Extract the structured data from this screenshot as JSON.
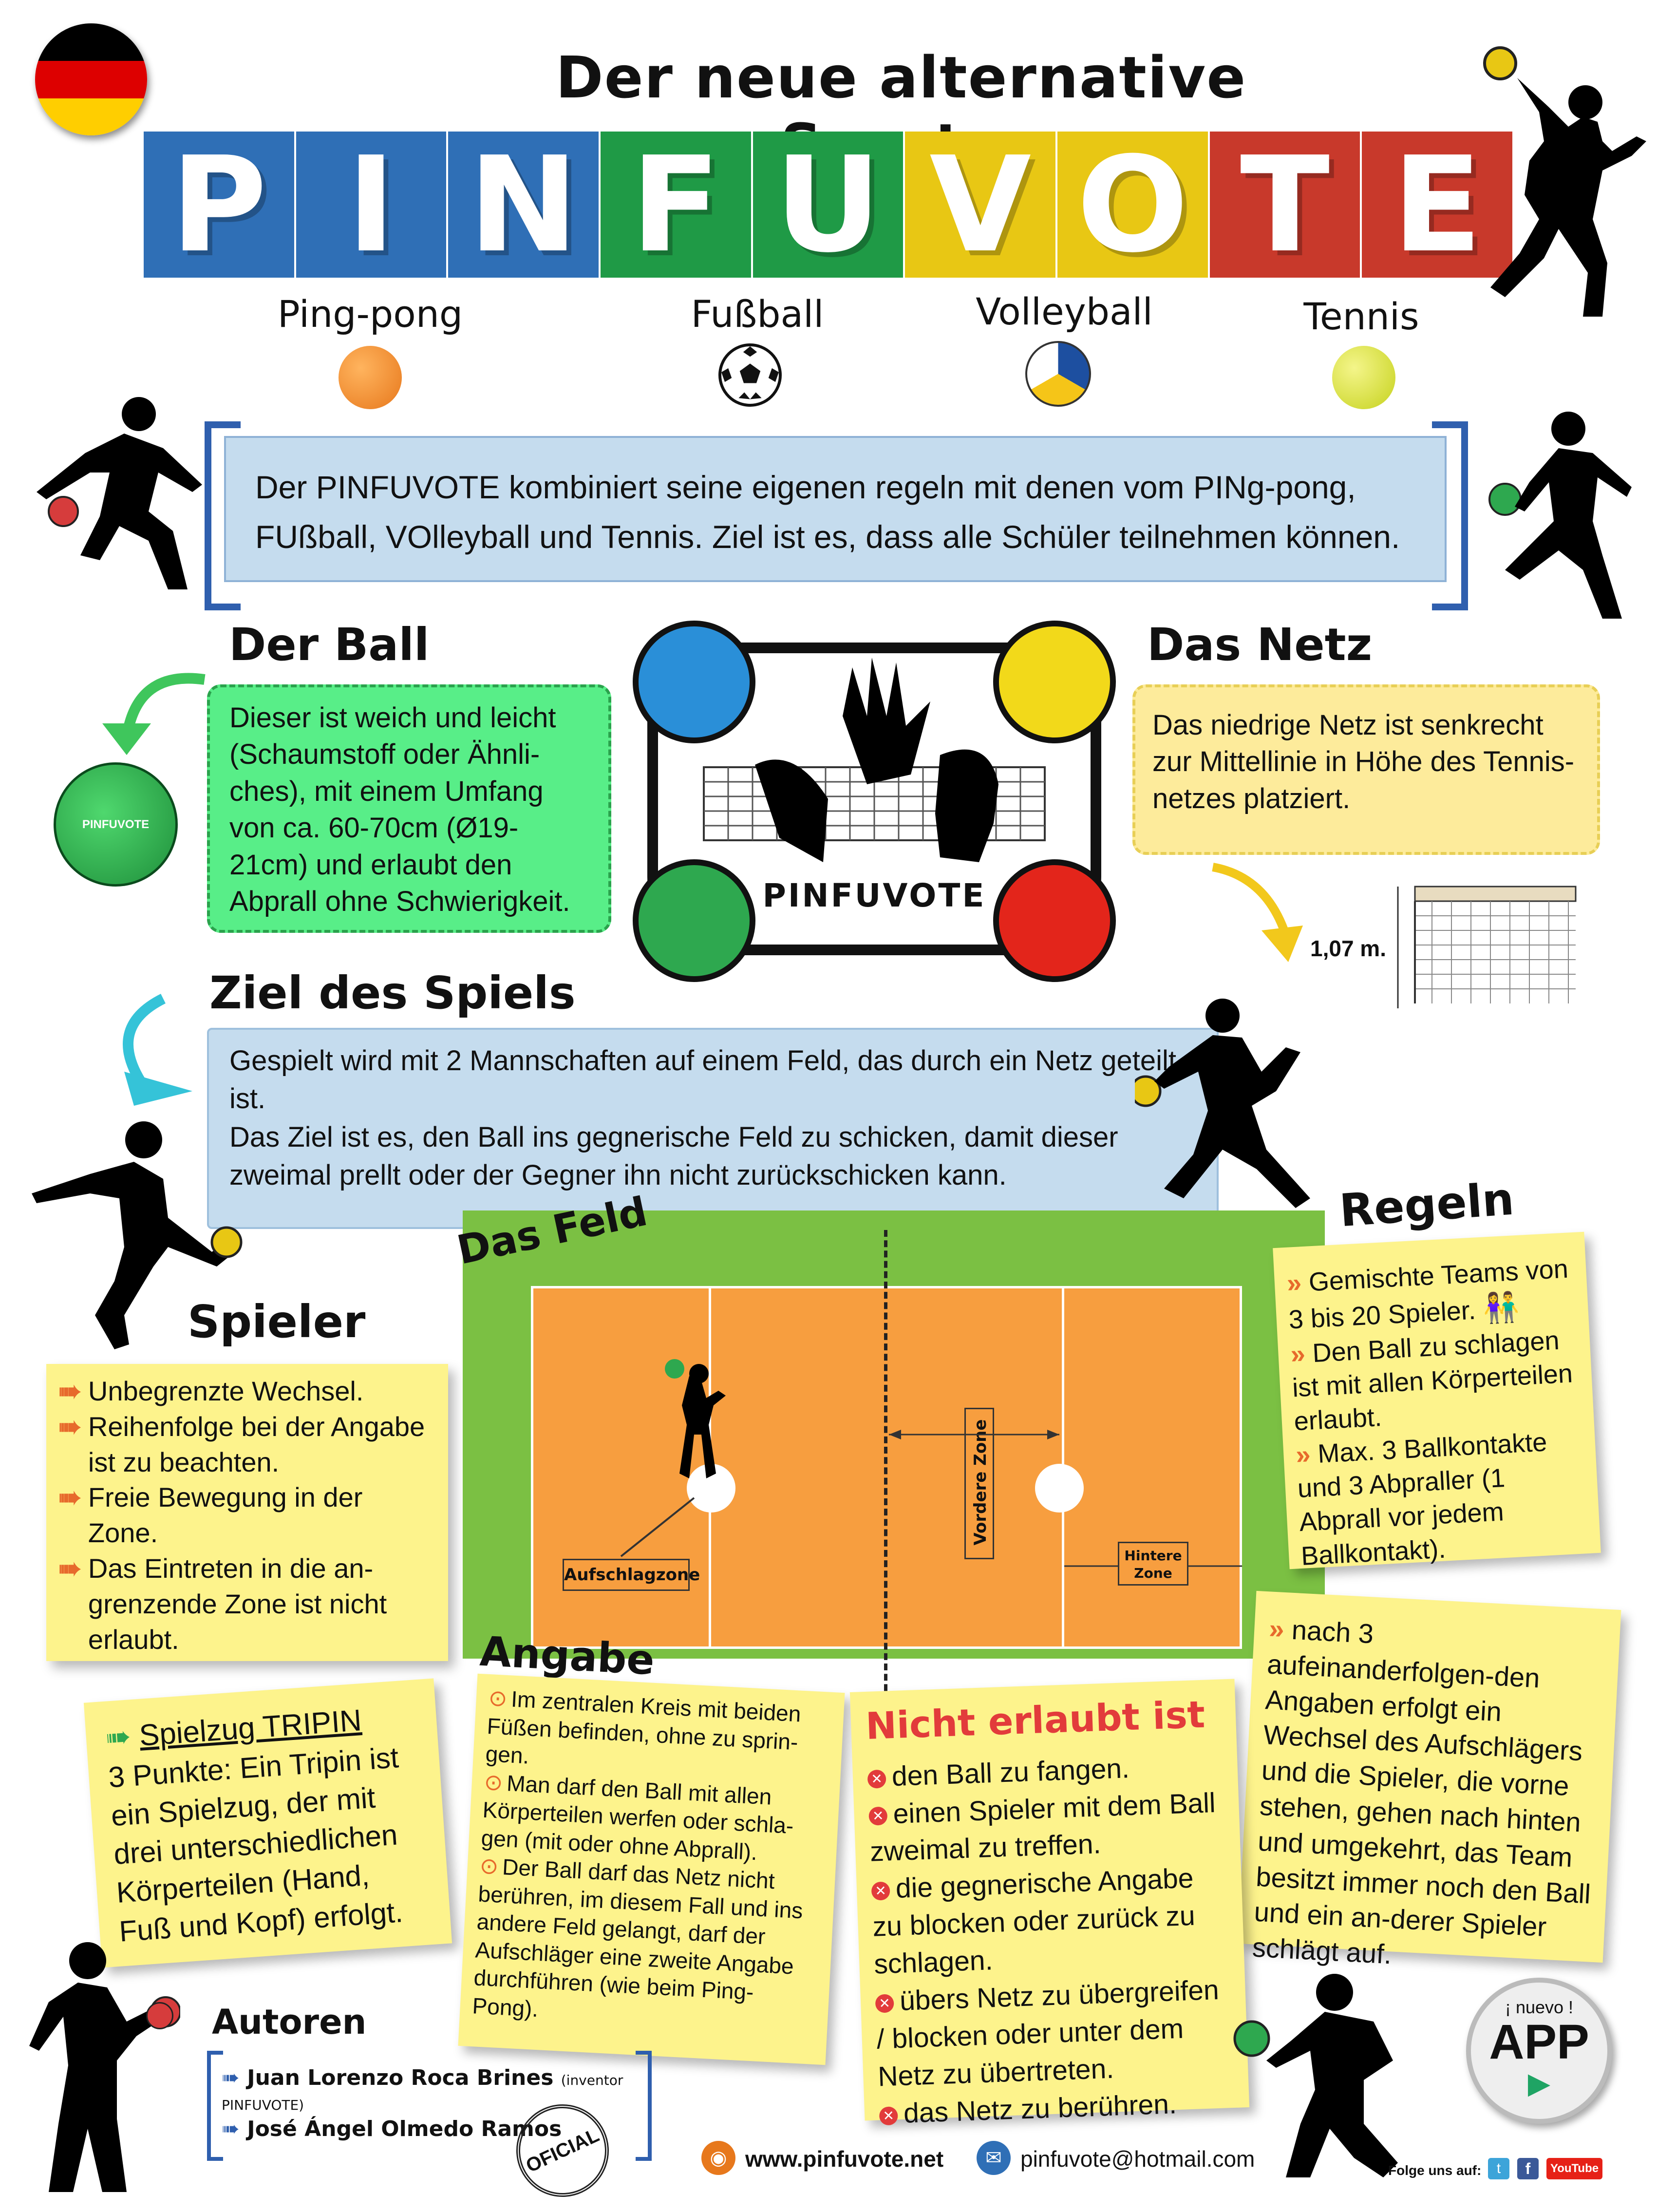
{
  "header": {
    "headline": "Der neue alternative Sport…",
    "letters": [
      {
        "char": "P",
        "color": "#2f6fb6"
      },
      {
        "char": "I",
        "color": "#2f6fb6"
      },
      {
        "char": "N",
        "color": "#2f6fb6"
      },
      {
        "char": "F",
        "color": "#1f9a46"
      },
      {
        "char": "U",
        "color": "#1f9a46"
      },
      {
        "char": "V",
        "color": "#e8c714"
      },
      {
        "char": "O",
        "color": "#e8c714"
      },
      {
        "char": "T",
        "color": "#c8392b"
      },
      {
        "char": "E",
        "color": "#c8392b"
      }
    ],
    "sports": [
      "Ping-pong",
      "Fußball",
      "Volleyball",
      "Tennis"
    ]
  },
  "intro": {
    "text": "Der PINFUVOTE kombiniert seine eigenen regeln mit denen vom PINg-pong, FUßball, VOlleyball und Tennis. Ziel ist es, dass alle Schüler teilnehmen können."
  },
  "ball_section": {
    "title": "Der Ball",
    "text": "Dieser ist weich und leicht (Schaumstoff oder Ähnli-ches), mit einem Umfang von ca. 60-70cm (Ø19-21cm) und erlaubt den Abprall ohne Schwierigkeit.",
    "ball_logo": "PINFUVOTE"
  },
  "logo": {
    "name": "PINFUVOTE"
  },
  "net_section": {
    "title": "Das Netz",
    "text": "Das niedrige Netz ist senkrecht zur Mittellinie in Höhe des Tennis-netzes platziert.",
    "height": "1,07 m."
  },
  "goal_section": {
    "title": "Ziel des Spiels",
    "line1": "Gespielt wird mit 2 Mannschaften auf einem Feld, das durch ein Netz geteilt ist.",
    "line2": "Das Ziel ist es, den Ball ins gegnerische Feld zu schicken, damit dieser zweimal prellt oder der Gegner ihn nicht zurückschicken kann."
  },
  "spieler": {
    "title": "Spieler",
    "items": [
      "Unbegrenzte Wechsel.",
      "Reihenfolge bei der Angabe ist zu beachten.",
      "Freie Bewegung in der Zone.",
      "Das Eintreten in die an-grenzende Zone ist nicht erlaubt."
    ]
  },
  "field": {
    "title": "Das Feld",
    "vordere": "Vordere Zone",
    "aufschlag": "Aufschlagzone",
    "hintere": "Hintere Zone"
  },
  "regeln": {
    "title": "Regeln",
    "items": [
      "Gemischte Teams von 3 bis 20 Spieler.",
      "Den Ball zu schlagen ist mit allen Körperteilen erlaubt.",
      "Max. 3 Ballkontakte und 3 Abpraller (1 Abprall vor jedem Ballkontakt)."
    ]
  },
  "wechsel": {
    "text": "nach 3 aufeinanderfolgen-den Angaben erfolgt ein Wechsel des Aufschlägers und die Spieler, die vorne stehen, gehen nach hinten und umgekehrt, das Team besitzt immer noch den Ball und ein an-derer Spieler schlägt auf."
  },
  "tripin": {
    "title": "Spielzug TRIPIN",
    "text": "3 Punkte: Ein Tripin ist ein Spielzug, der mit drei unterschiedlichen Körperteilen (Hand, Fuß und Kopf) erfolgt."
  },
  "angabe": {
    "title": "Angabe",
    "items": [
      "Im zentralen Kreis mit beiden Füßen befinden, ohne zu sprin-gen.",
      "Man darf den Ball mit allen Körperteilen werfen oder schla-gen (mit oder ohne Abprall).",
      "Der Ball darf das Netz nicht berühren, im diesem Fall und ins andere Feld gelangt, darf der Aufschläger eine zweite Angabe durchführen (wie beim Ping-Pong)."
    ]
  },
  "nicht": {
    "title": "Nicht erlaubt ist",
    "items": [
      "den Ball zu fangen.",
      "einen Spieler mit dem Ball zweimal zu treffen.",
      "die gegnerische Angabe zu blocken oder zurück zu schlagen.",
      "übers Netz zu übergreifen / blocken oder unter dem Netz zu übertreten.",
      "das Netz zu berühren."
    ]
  },
  "autoren": {
    "title": "Autoren",
    "author1": "Juan Lorenzo Roca Brines",
    "author1_note": "(inventor PINFUVOTE)",
    "author2": "José Ángel Olmedo Ramos",
    "stamp": "OFICIAL"
  },
  "app_badge": {
    "top": "¡ nuevo !",
    "label": "APP"
  },
  "footer": {
    "website": "www.pinfuvote.net",
    "email": "pinfuvote@hotmail.com",
    "follow": "Folge uns auf:",
    "youtube": "YouTube"
  },
  "colors": {
    "blue": "#2f6fb6",
    "green": "#1f9a46",
    "yellow": "#e8c714",
    "red": "#c8392b",
    "sticky": "#fdf38c",
    "field_green": "#7bc043",
    "court_orange": "#f79e3f"
  }
}
